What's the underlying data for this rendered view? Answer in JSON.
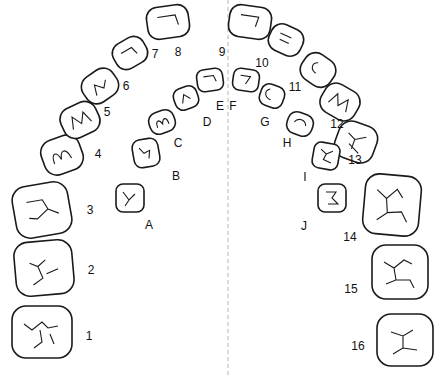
{
  "diagram": {
    "labels": [
      "1",
      "2",
      "3",
      "4",
      "5",
      "6",
      "7",
      "8",
      "9",
      "10",
      "11",
      "12",
      "13",
      "14",
      "15",
      "16",
      "A",
      "B",
      "C",
      "D",
      "E",
      "F",
      "G",
      "H",
      "I",
      "J"
    ]
  }
}
